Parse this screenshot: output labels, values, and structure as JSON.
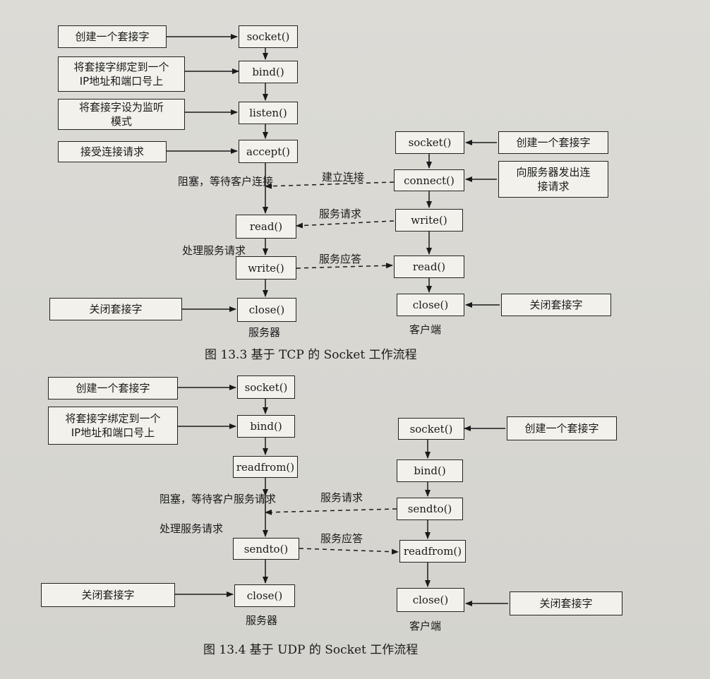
{
  "tcp": {
    "caption": "图 13.3   基于 TCP 的 Socket 工作流程",
    "server_label": "服务器",
    "client_label": "客户端",
    "server": {
      "socket": "socket()",
      "bind": "bind()",
      "listen": "listen()",
      "accept": "accept()",
      "read": "read()",
      "write": "write()",
      "close": "close()"
    },
    "client": {
      "socket": "socket()",
      "connect": "connect()",
      "write": "write()",
      "read": "read()",
      "close": "close()"
    },
    "notes": {
      "create": "创建一个套接字",
      "bind": "将套接字绑定到一个\nIP地址和端口号上",
      "listen": "将套接字设为监听\n模式",
      "accept": "接受连接请求",
      "close": "关闭套接字",
      "client_create": "创建一个套接字",
      "client_connect": "向服务器发出连\n接请求",
      "client_close": "关闭套接字"
    },
    "labels": {
      "block": "阻塞，等待客户连接",
      "establish": "建立连接",
      "request": "服务请求",
      "process": "处理服务请求",
      "response": "服务应答"
    }
  },
  "udp": {
    "caption": "图 13.4   基于 UDP 的 Socket 工作流程",
    "server_label": "服务器",
    "client_label": "客户端",
    "server": {
      "socket": "socket()",
      "bind": "bind()",
      "readfrom": "readfrom()",
      "sendto": "sendto()",
      "close": "close()"
    },
    "client": {
      "socket": "socket()",
      "bind": "bind()",
      "sendto": "sendto()",
      "readfrom": "readfrom()",
      "close": "close()"
    },
    "notes": {
      "create": "创建一个套接字",
      "bind": "将套接字绑定到一个\nIP地址和端口号上",
      "close": "关闭套接字",
      "client_create": "创建一个套接字",
      "client_close": "关闭套接字"
    },
    "labels": {
      "block": "阻塞，等待客户服务请求",
      "request": "服务请求",
      "process": "处理服务请求",
      "response": "服务应答"
    }
  }
}
